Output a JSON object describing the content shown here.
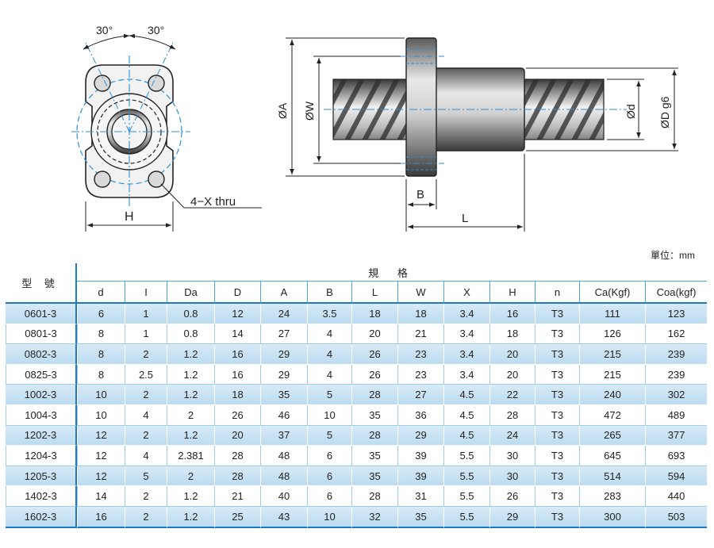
{
  "drawing": {
    "angle_left": "30°",
    "angle_right": "30°",
    "holes_note": "4−X thru",
    "dim_H": "H",
    "dim_A": "ØA",
    "dim_W": "ØW",
    "dim_d": "Ød",
    "dim_D": "ØD g6",
    "dim_B": "B",
    "dim_L": "L"
  },
  "unit_note": "單位：mm",
  "table": {
    "model_header": "型 號",
    "group_header": "規 格",
    "columns": [
      "d",
      "I",
      "Da",
      "D",
      "A",
      "B",
      "L",
      "W",
      "X",
      "H",
      "n",
      "Ca(Kgf)",
      "Coa(kgf)"
    ],
    "rows": [
      [
        "0601-3",
        "6",
        "1",
        "0.8",
        "12",
        "24",
        "3.5",
        "18",
        "18",
        "3.4",
        "16",
        "T3",
        "111",
        "123"
      ],
      [
        "0801-3",
        "8",
        "1",
        "0.8",
        "14",
        "27",
        "4",
        "20",
        "21",
        "3.4",
        "18",
        "T3",
        "126",
        "162"
      ],
      [
        "0802-3",
        "8",
        "2",
        "1.2",
        "16",
        "29",
        "4",
        "26",
        "23",
        "3.4",
        "20",
        "T3",
        "215",
        "239"
      ],
      [
        "0825-3",
        "8",
        "2.5",
        "1.2",
        "16",
        "29",
        "4",
        "26",
        "23",
        "3.4",
        "20",
        "T3",
        "215",
        "239"
      ],
      [
        "1002-3",
        "10",
        "2",
        "1.2",
        "18",
        "35",
        "5",
        "28",
        "27",
        "4.5",
        "22",
        "T3",
        "240",
        "302"
      ],
      [
        "1004-3",
        "10",
        "4",
        "2",
        "26",
        "46",
        "10",
        "35",
        "36",
        "4.5",
        "28",
        "T3",
        "472",
        "489"
      ],
      [
        "1202-3",
        "12",
        "2",
        "1.2",
        "20",
        "37",
        "5",
        "28",
        "29",
        "4.5",
        "24",
        "T3",
        "265",
        "377"
      ],
      [
        "1204-3",
        "12",
        "4",
        "2.381",
        "28",
        "48",
        "6",
        "35",
        "39",
        "5.5",
        "30",
        "T3",
        "645",
        "693"
      ],
      [
        "1205-3",
        "12",
        "5",
        "2",
        "28",
        "48",
        "6",
        "35",
        "39",
        "5.5",
        "30",
        "T3",
        "514",
        "594"
      ],
      [
        "1402-3",
        "14",
        "2",
        "1.2",
        "21",
        "40",
        "6",
        "28",
        "31",
        "5.5",
        "26",
        "T3",
        "283",
        "440"
      ],
      [
        "1602-3",
        "16",
        "2",
        "1.2",
        "25",
        "43",
        "10",
        "32",
        "35",
        "5.5",
        "29",
        "T3",
        "300",
        "503"
      ]
    ]
  }
}
